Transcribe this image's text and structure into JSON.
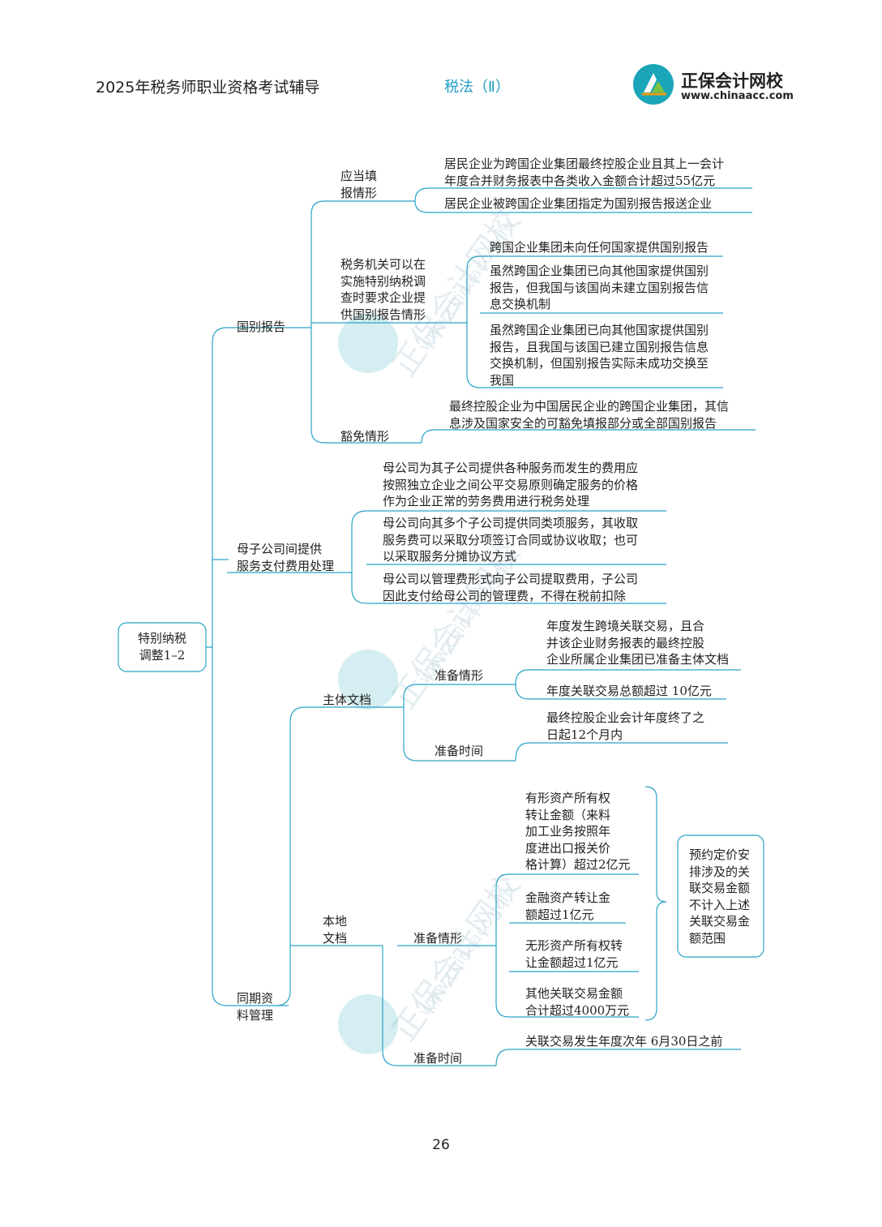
{
  "header": {
    "left": "2025年税务师职业资格考试辅导",
    "center": "税法（Ⅱ）",
    "logo_title": "正保会计网校",
    "logo_url": "www.chinaacc.com"
  },
  "watermark": {
    "text": "正保会计网校",
    "url": "www.chinaacc.com"
  },
  "mindmap": {
    "root": "特别纳税\n调整1–2",
    "cbc": {
      "label": "国别报告",
      "should_file": {
        "label": "应当填\n报情形",
        "items": [
          "居民企业为跨国企业集团最终控股企业且其上一会计\n年度合并财务报表中各类收入金额合计超过55亿元",
          "居民企业被跨国企业集团指定为国别报告报送企业"
        ]
      },
      "audit_request": {
        "label": "税务机关可以在\n实施特别纳税调\n查时要求企业提\n供国别报告情形",
        "items": [
          "跨国企业集团未向任何国家提供国别报告",
          "虽然跨国企业集团已向其他国家提供国别\n报告，但我国与该国尚未建立国别报告信\n息交换机制",
          "虽然跨国企业集团已向其他国家提供国别\n报告，且我国与该国已建立国别报告信息\n交换机制，但国别报告实际未成功交换至\n我国"
        ]
      },
      "exempt": {
        "label": "豁免情形",
        "item": "最终控股企业为中国居民企业的跨国企业集团，其信\n息涉及国家安全的可豁免填报部分或全部国别报告"
      }
    },
    "parent_sub": {
      "label": "母子公司间提供\n服务支付费用处理",
      "items": [
        "母公司为其子公司提供各种服务而发生的费用应\n按照独立企业之间公平交易原则确定服务的价格\n作为企业正常的劳务费用进行税务处理",
        "母公司向其多个子公司提供同类项服务，其收取\n服务费可以采取分项签订合同或协议收取；也可\n以采取服务分摊协议方式",
        "母公司以管理费形式向子公司提取费用，子公司\n因此支付给母公司的管理费，不得在税前扣除"
      ]
    },
    "contemporaneous": {
      "label": "同期资\n料管理",
      "master": {
        "label": "主体文档",
        "prep_label": "准备情形",
        "prep_items": [
          "年度发生跨境关联交易，且合\n并该企业财务报表的最终控股\n企业所属企业集团已准备主体文档",
          "年度关联交易总额超过 10亿元"
        ],
        "time_label": "准备时间",
        "time_item": "最终控股企业会计年度终了之\n日起12个月内"
      },
      "local": {
        "label": "本地\n文档",
        "prep_label": "准备情形",
        "prep_items": [
          "有形资产所有权\n转让金额（来料\n加工业务按照年\n度进出口报关价\n格计算）超过2亿元",
          "金融资产转让金\n额超过1亿元",
          "无形资产所有权转\n让金额超过1亿元",
          "其他关联交易金额\n合计超过4000万元"
        ],
        "note": "预约定价安\n排涉及的关\n联交易金额\n不计入上述\n关联交易金\n额范围",
        "time_label": "准备时间",
        "time_item": "关联交易发生年度次年 6月30日之前"
      }
    }
  },
  "page_number": "26",
  "colors": {
    "line": "#2aa3c8",
    "accent": "#1f9ec4",
    "logo_green": "#7cc242",
    "logo_teal": "#1aa5b8"
  }
}
